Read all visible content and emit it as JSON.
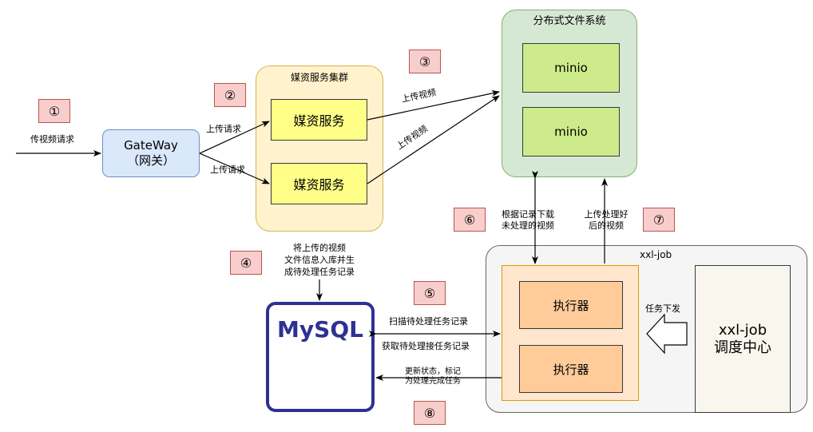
{
  "steps": [
    "①",
    "②",
    "③",
    "④",
    "⑤",
    "⑥",
    "⑦",
    "⑧"
  ],
  "gateway": {
    "line1": "GateWay",
    "line2": "（网关）"
  },
  "media_cluster": {
    "title": "媒资服务集群",
    "service1": "媒资服务",
    "service2": "媒资服务"
  },
  "storage": {
    "title": "分布式文件系统",
    "minio1": "minio",
    "minio2": "minio"
  },
  "mysql": {
    "label": "MySQL"
  },
  "xxl": {
    "title": "xxl-job",
    "executor1": "执行器",
    "executor2": "执行器",
    "scheduler_line1": "xxl-job",
    "scheduler_line2": "调度中心",
    "dispatch": "任务下发"
  },
  "edge_labels": {
    "upload_video_request": "传视频请求",
    "upload_request_1": "上传请求",
    "upload_request_2": "上传请求",
    "upload_video_1": "上传视频",
    "upload_video_2": "上传视频",
    "record_line1": "将上传的视频",
    "record_line2": "文件信息入库并生",
    "record_line3": "成待处理任务记录",
    "scan": "扫描待处理任务记录",
    "fetch": "获取待处理接任务记录",
    "download_line1": "根据记录下载",
    "download_line2": "未处理的视频",
    "upload_processed_line1": "上传处理好",
    "upload_processed_line2": "后的视频",
    "update_line1": "更新状态，标记",
    "update_line2": "为处理完成任务"
  },
  "colors": {
    "gateway_fill": "#dae8fc",
    "gateway_stroke": "#6c8ebf",
    "cluster_fill": "#fff2cc",
    "cluster_stroke": "#d6b656",
    "service_fill": "#ffff88",
    "service_stroke": "#36393d",
    "storage_fill": "#d5e8d4",
    "storage_stroke": "#82b366",
    "minio_fill": "#cdeb8b",
    "xxl_fill": "#f5f5f5",
    "executor_panel_fill": "#ffe6cc",
    "executor_fill": "#ffcc99",
    "scheduler_fill": "#f9f7ed",
    "mysql_stroke": "#2e3192",
    "badge_fill": "#f8cecc"
  }
}
